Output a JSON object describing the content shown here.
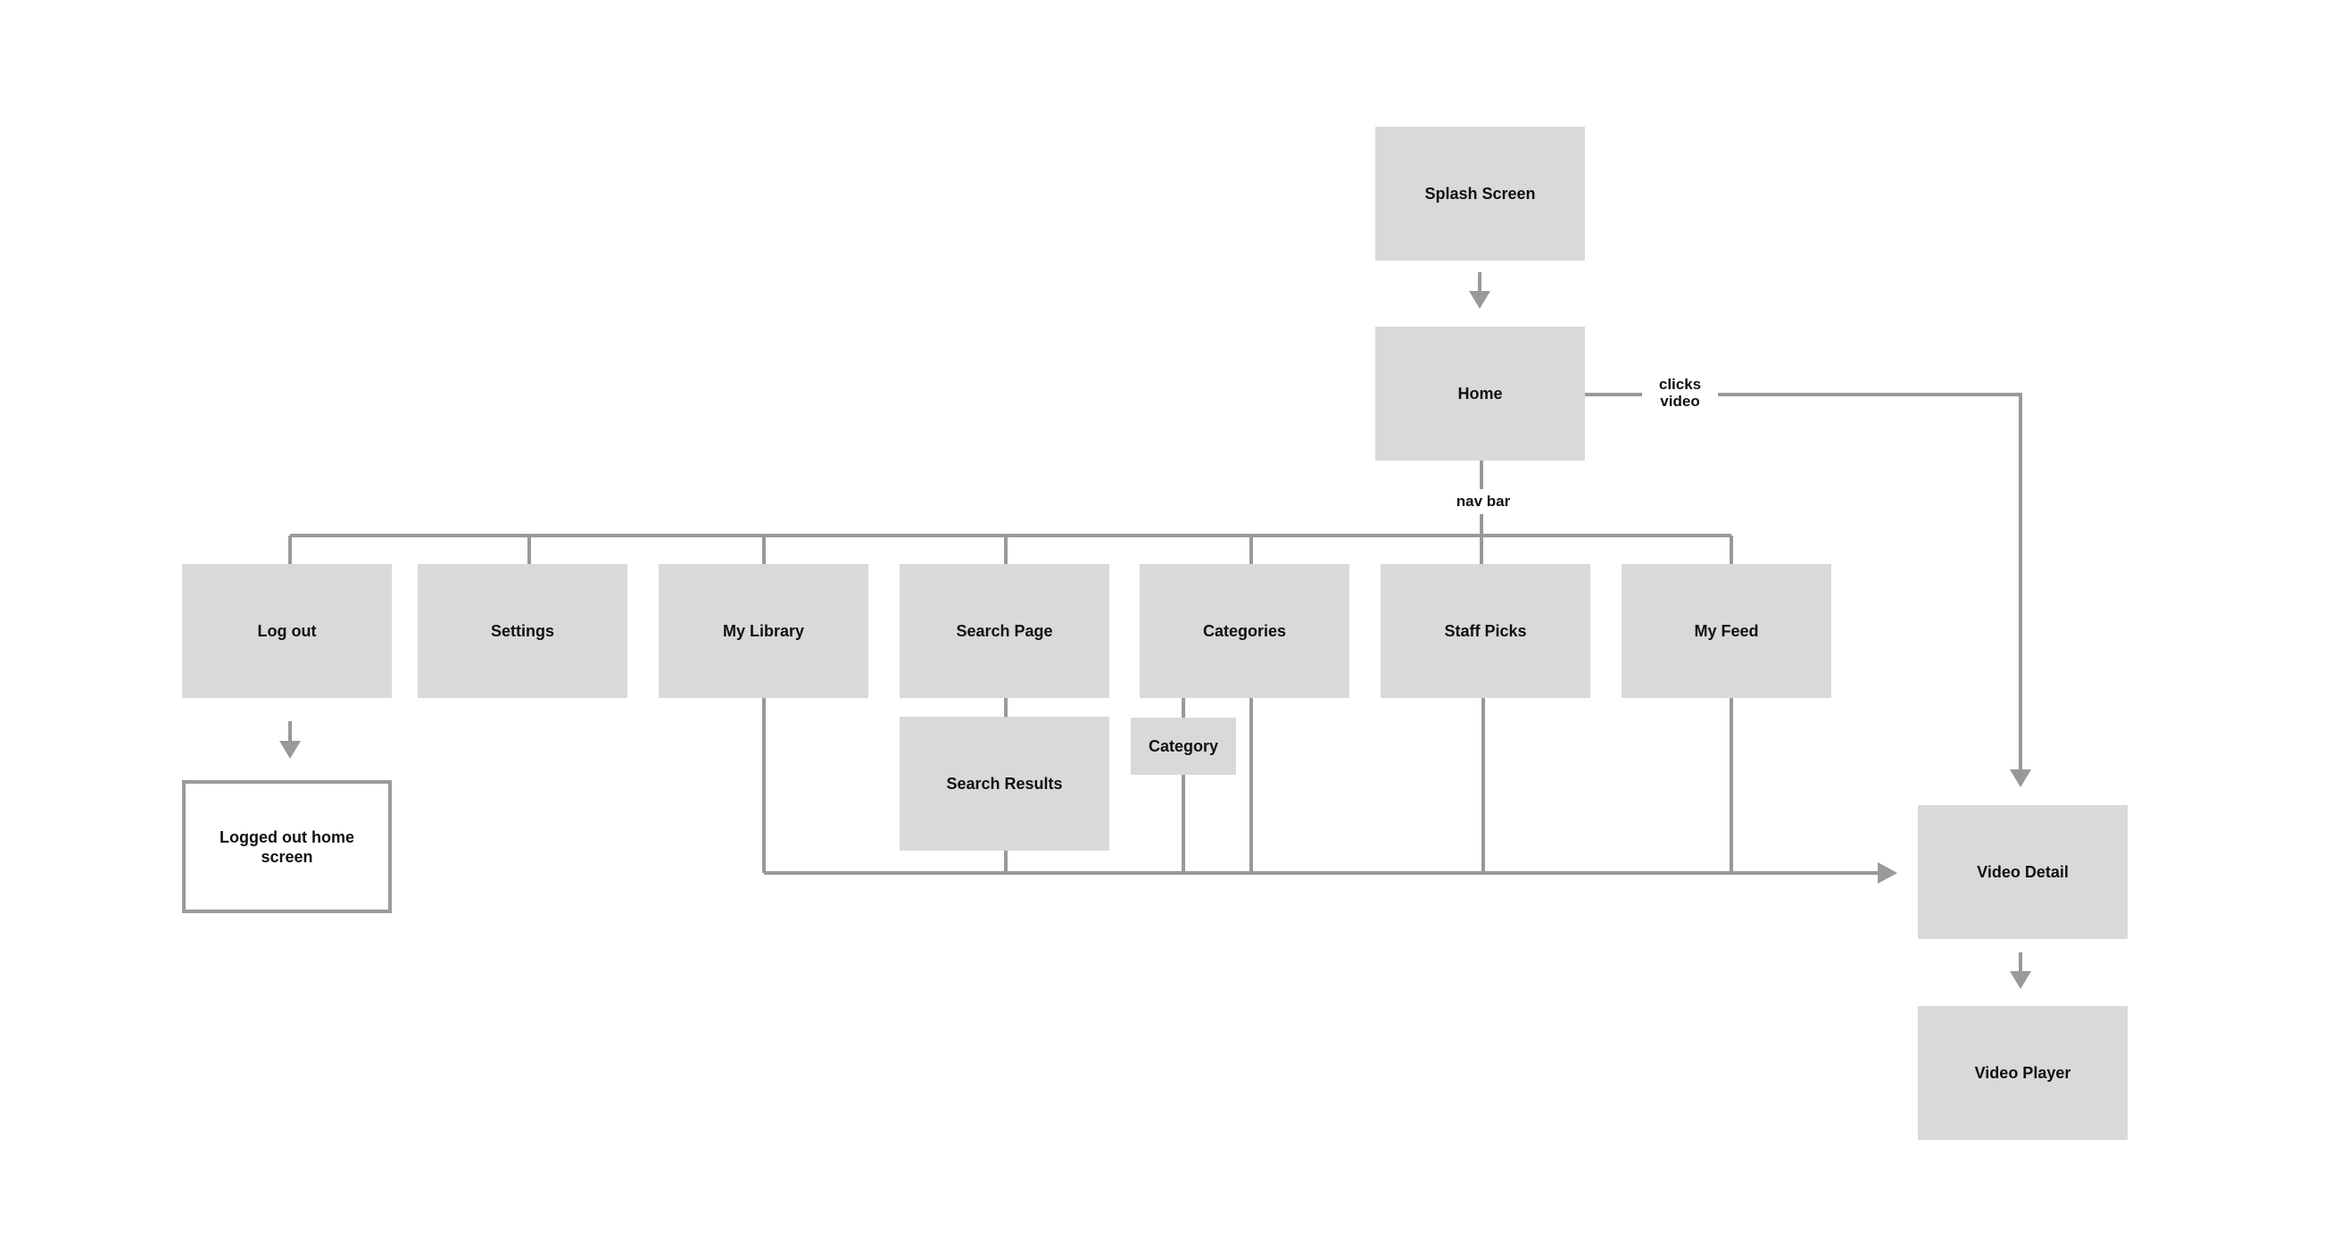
{
  "nodes": {
    "splash": "Splash Screen",
    "home": "Home",
    "logout": "Log out",
    "settings": "Settings",
    "my_library": "My Library",
    "search_page": "Search Page",
    "categories": "Categories",
    "staff_picks": "Staff Picks",
    "my_feed": "My Feed",
    "search_results": "Search Results",
    "category": "Category",
    "logged_out_home": "Logged out home screen",
    "video_detail": "Video Detail",
    "video_player": "Video Player"
  },
  "edge_labels": {
    "clicks_video_1": "clicks",
    "clicks_video_2": "video",
    "nav_bar": "nav bar"
  },
  "colors": {
    "box_fill": "#d9d9d9",
    "connector": "#999999",
    "text": "#111111"
  }
}
